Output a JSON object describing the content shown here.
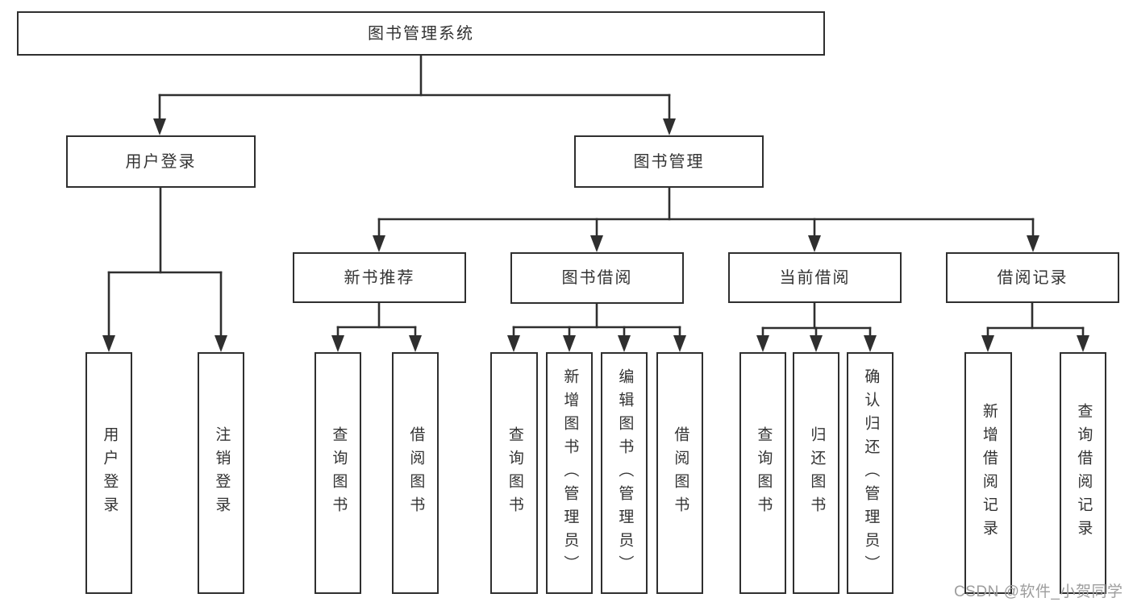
{
  "diagram": {
    "title": "图书管理系统",
    "branches": [
      {
        "label": "用户登录",
        "children": [
          {
            "label": "用户登录"
          },
          {
            "label": "注销登录"
          }
        ]
      },
      {
        "label": "图书管理",
        "children": [
          {
            "label": "新书推荐",
            "children": [
              {
                "label": "查询图书"
              },
              {
                "label": "借阅图书"
              }
            ]
          },
          {
            "label": "图书借阅",
            "children": [
              {
                "label": "查询图书"
              },
              {
                "label": "新增图书（管理员）"
              },
              {
                "label": "编辑图书（管理员）"
              },
              {
                "label": "借阅图书"
              }
            ]
          },
          {
            "label": "当前借阅",
            "children": [
              {
                "label": "查询图书"
              },
              {
                "label": "归还图书"
              },
              {
                "label": "确认归还（管理员）"
              }
            ]
          },
          {
            "label": "借阅记录",
            "children": [
              {
                "label": "新增借阅记录"
              },
              {
                "label": "查询借阅记录"
              }
            ]
          }
        ]
      }
    ]
  },
  "watermark": {
    "text": "CSDN @软件_小贺同学"
  },
  "colors": {
    "line": "#2f2f2f",
    "box_border": "#2f2f2f",
    "text": "#333333",
    "watermark": "#9d9d9d",
    "background": "#ffffff"
  }
}
